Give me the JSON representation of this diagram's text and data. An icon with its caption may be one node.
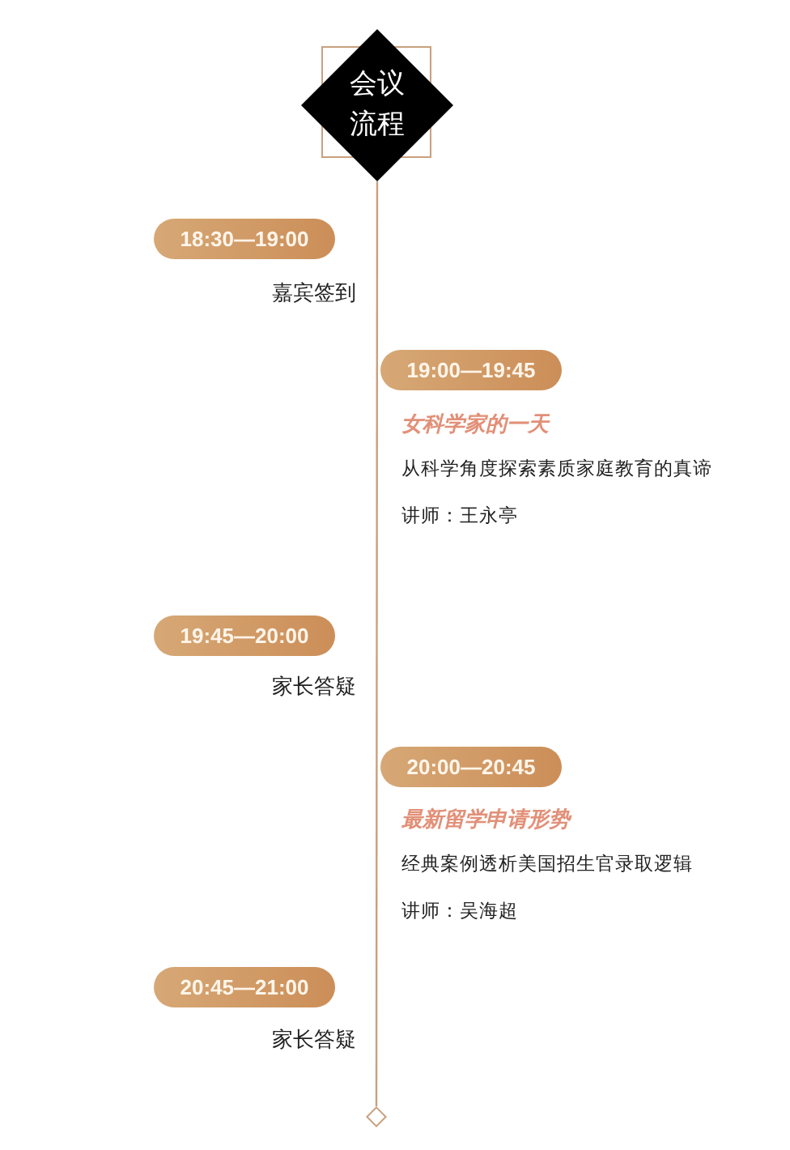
{
  "diagram": {
    "nodes": [
      {
        "text": [
          "会议流程"
        ]
      },
      {
        "text": [
          "18:30—19:00"
        ],
        "beside": [
          "嘉宾签到"
        ]
      },
      {
        "text": [
          "19:00—19:45"
        ],
        "beside": [
          "女科学家的一天",
          "从科学角度探索素质家庭教育的真谛",
          "讲师：王永亭"
        ]
      },
      {
        "text": [
          "19:45—20:00"
        ],
        "beside": [
          "家长答疑"
        ]
      },
      {
        "text": [
          "20:00—20:45"
        ],
        "beside": [
          "最新留学申请形势",
          "经典案例透析美国招生官录取逻辑",
          "讲师：吴海超"
        ]
      },
      {
        "text": [
          "20:45—21:00"
        ],
        "beside": [
          "家长答疑"
        ]
      },
      {
        "text": [],
        "shape": "diamond"
      }
    ],
    "edges": [
      {
        "from": 0,
        "to": 6,
        "arrow": "none"
      }
    ]
  }
}
